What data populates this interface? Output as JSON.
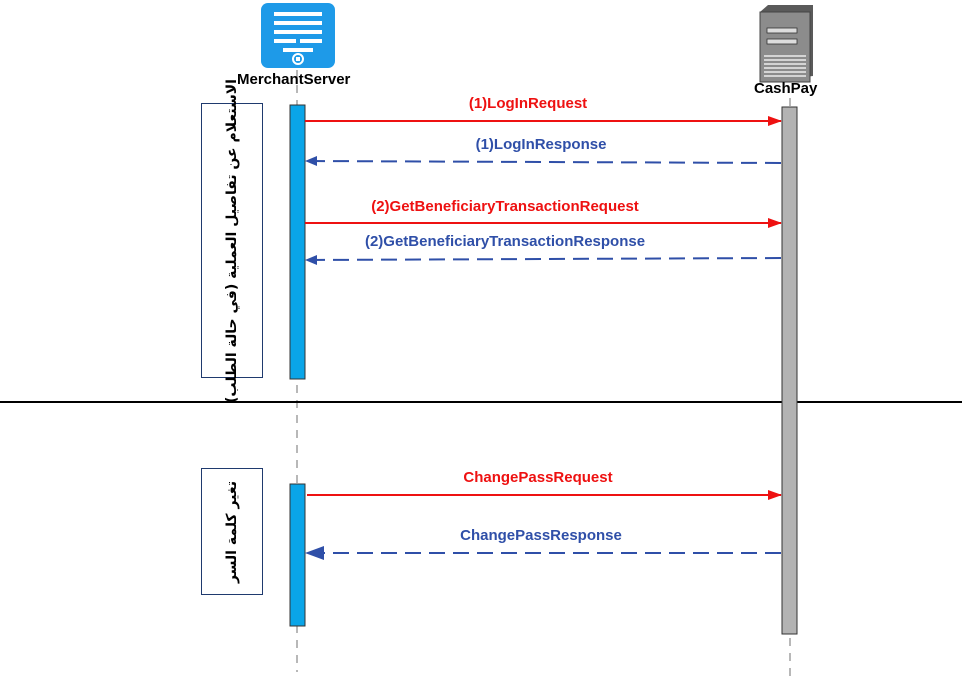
{
  "participants": {
    "merchant": {
      "label": "MerchantServer",
      "icon": "merchant-server-icon",
      "color": "#1e9ae8"
    },
    "cashpay": {
      "label": "CashPay",
      "icon": "server-tower-icon",
      "color": "#b3b3b3"
    }
  },
  "colors": {
    "request": "#ee1111",
    "response": "#2f4fa8",
    "activation_merchant": "#0aa5e8",
    "activation_cashpay": "#b3b3b3"
  },
  "messages": {
    "m1": "(1)LogInRequest",
    "m2": "(1)LogInResponse",
    "m3": "(2)GetBeneficiaryTransactionRequest",
    "m4": "(2)GetBeneficiaryTransactionResponse",
    "m5": "ChangePassRequest",
    "m6": "ChangePassResponse"
  },
  "notes": {
    "inquiry": "الاستعلام عن تفاصيل العملية (في حالة الطلب)",
    "change_password": "تغير كلمة السر"
  }
}
